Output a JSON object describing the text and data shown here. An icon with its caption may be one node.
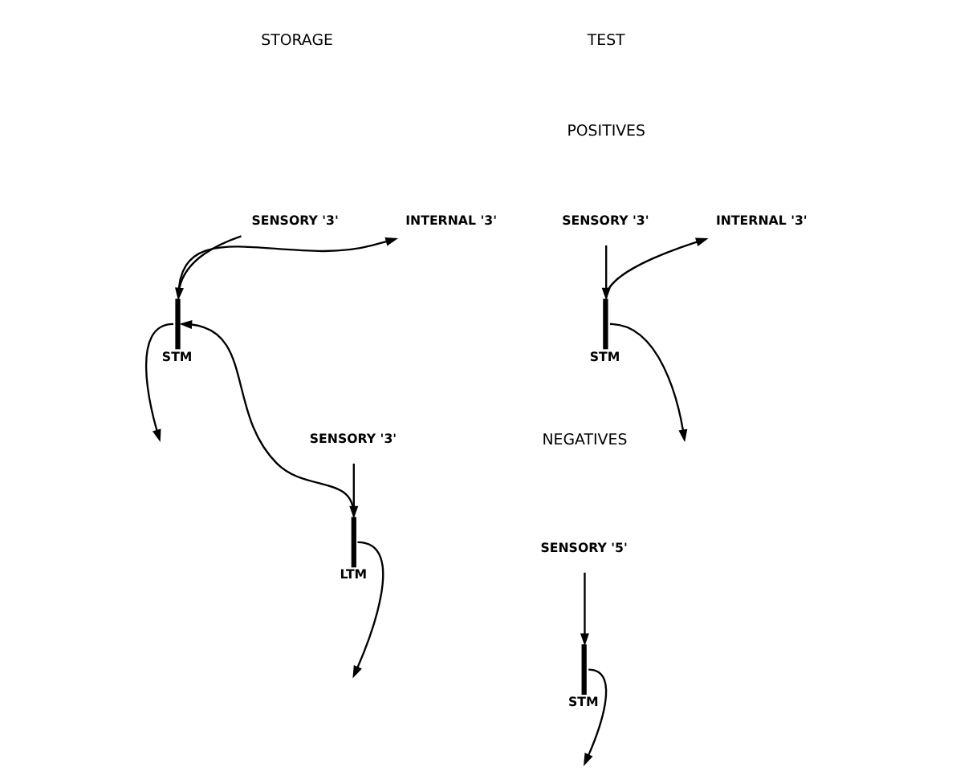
{
  "diagram": {
    "nodes": [
      {
        "text": [
          "SENSORY '3'"
        ]
      },
      {
        "text": [
          "INTERNAL '3'"
        ]
      },
      {
        "text": [
          "STM"
        ]
      },
      {
        "text": [
          "SENSORY '3'"
        ]
      },
      {
        "text": [
          "LTM"
        ]
      },
      {
        "text": [
          "SENSORY '3'"
        ]
      },
      {
        "text": [
          "INTERNAL '3'"
        ]
      },
      {
        "text": [
          "STM"
        ]
      },
      {
        "text": [
          "SENSORY '5'"
        ]
      },
      {
        "text": [
          "STM"
        ]
      }
    ],
    "edges": [
      {
        "from": 0,
        "to": 2,
        "arrow": "to"
      },
      {
        "from": 2,
        "to": 1,
        "arrow": "to"
      },
      {
        "from": 2,
        "to": null,
        "arrow": "to"
      },
      {
        "from": 3,
        "to": 4,
        "arrow": "to"
      },
      {
        "from": 4,
        "to": 2,
        "arrow": "to"
      },
      {
        "from": 4,
        "to": null,
        "arrow": "to"
      },
      {
        "from": 5,
        "to": 7,
        "arrow": "to"
      },
      {
        "from": 7,
        "to": 6,
        "arrow": "to"
      },
      {
        "from": 7,
        "to": null,
        "arrow": "to"
      },
      {
        "from": 8,
        "to": 9,
        "arrow": "to"
      },
      {
        "from": 9,
        "to": null,
        "arrow": "to"
      }
    ],
    "labels": [
      "STORAGE",
      "TEST",
      "POSITIVES",
      "NEGATIVES"
    ]
  }
}
